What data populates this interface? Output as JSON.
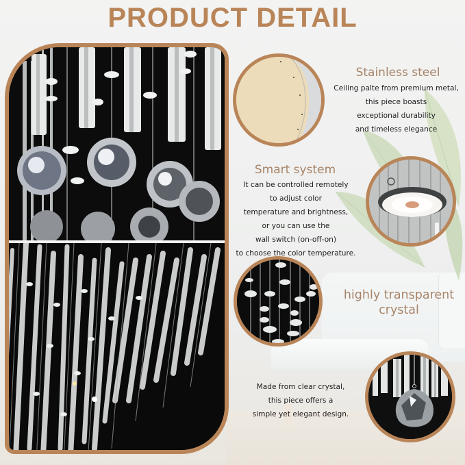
{
  "page": {
    "title": "PRODUCT DETAIL"
  },
  "colors": {
    "accent_brown": "#b98558",
    "heading_text": "#a88468",
    "body_text": "#1e1e1e",
    "background": "#f0f0ef"
  },
  "main_panel": {
    "top_photo": "Close-up of crystal rods and faceted crystal balls hanging on black background",
    "bottom_photo": "Cascade of clear crystal rods and beads in spiral arrangement on black background"
  },
  "features": [
    {
      "id": "stainless-steel",
      "heading": "Stainless steel",
      "body_lines": [
        "Ceiling palte from premium metal,",
        "this piece boasts",
        "exceptional durability",
        "and timeless elegance"
      ],
      "image": "gold-ceiling-plate"
    },
    {
      "id": "smart-system",
      "heading": "Smart system",
      "body_lines": [
        "It can be controlled remotely",
        "to adjust color",
        "temperature and brightness,",
        "or you can use the",
        "wall switch (on-off-on)",
        "to choose the color temperature."
      ],
      "image": "led-light-module"
    },
    {
      "id": "transparent-crystal",
      "heading_lines": [
        "highly transparent",
        "crystal"
      ],
      "body_lines": [
        "Made from clear crystal,",
        "this piece offers a",
        "simple yet elegant design."
      ],
      "images": [
        "crystal-beads-strands",
        "faceted-crystal-ball"
      ]
    }
  ]
}
